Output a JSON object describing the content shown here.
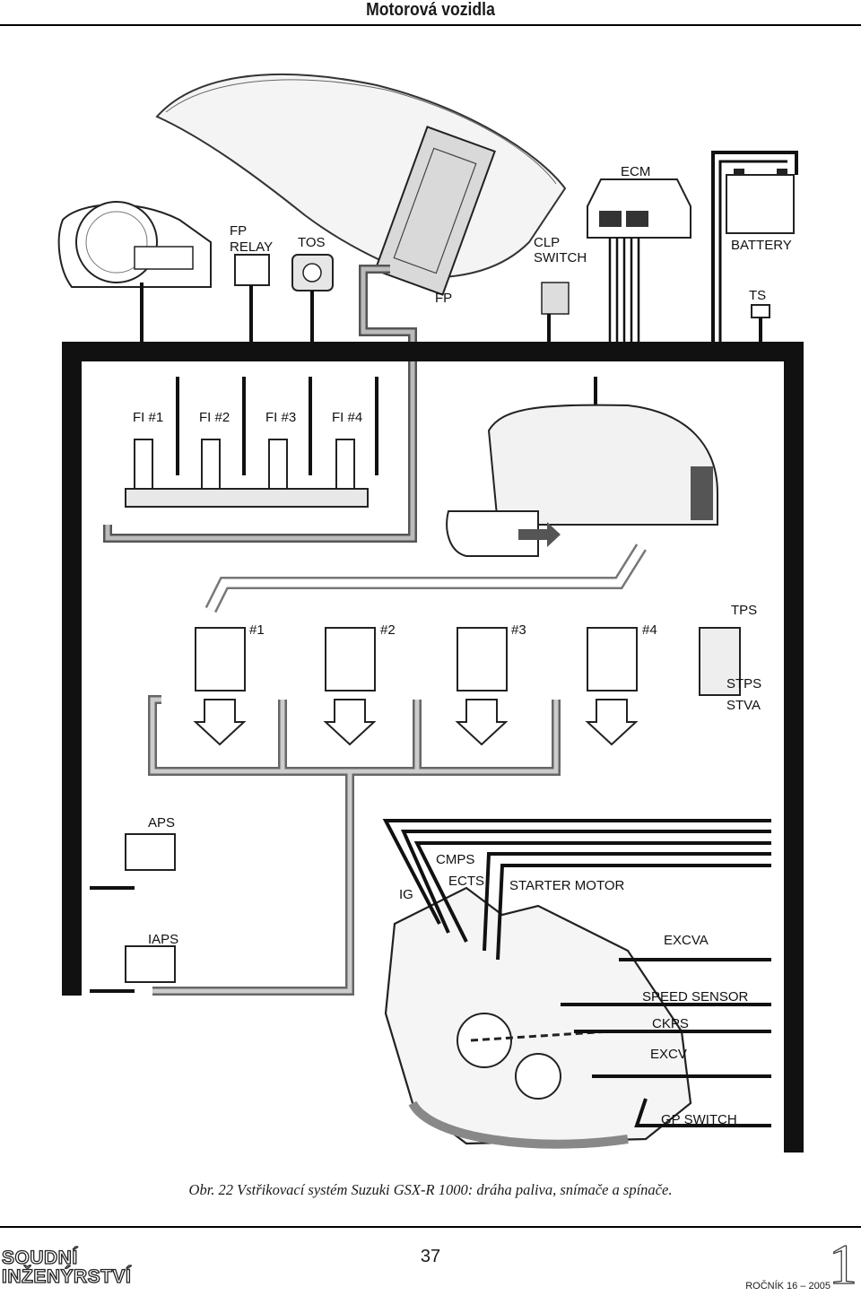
{
  "header": {
    "title": "Motorová vozidla"
  },
  "figure": {
    "labels": {
      "ecm": "ECM",
      "battery": "BATTERY",
      "fp_relay_1": "FP",
      "fp_relay_2": "RELAY",
      "tos": "TOS",
      "clp_1": "CLP",
      "clp_2": "SWITCH",
      "fp": "FP",
      "ts": "TS",
      "fi1": "FI #1",
      "fi2": "FI #2",
      "fi3": "FI #3",
      "fi4": "FI #4",
      "tps": "TPS",
      "stps": "STPS",
      "stva": "STVA",
      "cyl1": "#1",
      "cyl2": "#2",
      "cyl3": "#3",
      "cyl4": "#4",
      "aps": "APS",
      "iaps": "IAPS",
      "cmps": "CMPS",
      "ects": "ECTS",
      "ig": "IG",
      "starter_motor": "STARTER MOTOR",
      "excva": "EXCVA",
      "speed_sensor": "SPEED SENSOR",
      "ckps": "CKPS",
      "excv": "EXCV",
      "gp_switch": "GP SWITCH"
    }
  },
  "caption": "Obr. 22  Vstřikovací systém Suzuki GSX-R 1000: dráha paliva, snímače a spínače.",
  "footer": {
    "page_number": "37",
    "brand_line1": "SOUDNÍ",
    "brand_line2": "INŽENÝRSTVÍ",
    "volume": "ROČNÍK 16 – 2005",
    "issue": "1"
  }
}
